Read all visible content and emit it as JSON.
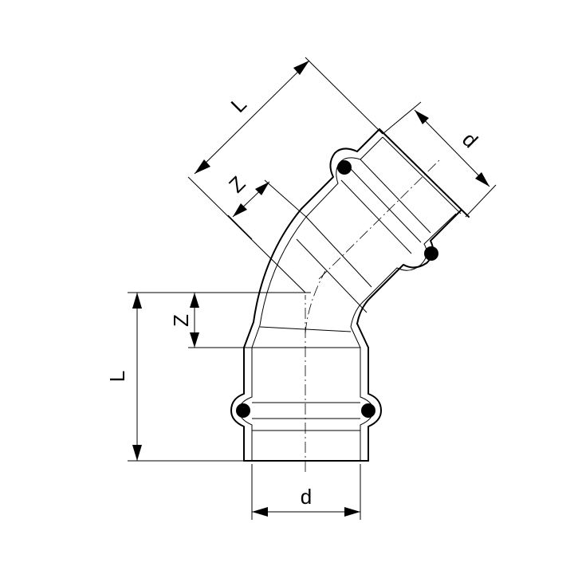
{
  "labels": {
    "length_bottom": "L",
    "insertion_bottom": "Z",
    "diameter_bottom": "d",
    "length_angled": "L",
    "insertion_angled": "Z",
    "diameter_angled": "d"
  }
}
